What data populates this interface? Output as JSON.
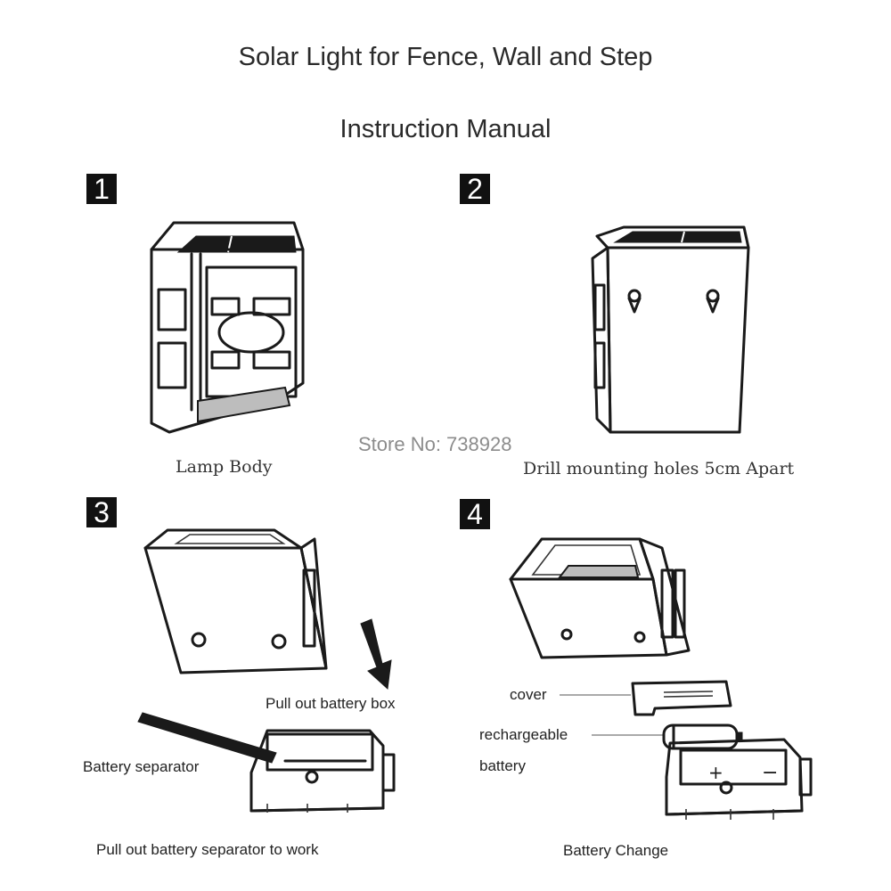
{
  "header": {
    "title": "Solar Light for Fence, Wall and Step",
    "subtitle": "Instruction Manual"
  },
  "steps": [
    {
      "number": "1",
      "caption": "Lamp Body"
    },
    {
      "number": "2",
      "caption": "Drill mounting holes 5cm Apart"
    },
    {
      "number": "3",
      "caption": "Pull out battery separator to work",
      "labels": {
        "pull_box": "Pull out battery box",
        "separator": "Battery separator"
      }
    },
    {
      "number": "4",
      "caption": "Battery Change",
      "labels": {
        "cover": "cover",
        "rechargeable": "rechargeable",
        "battery": "battery"
      }
    }
  ],
  "watermark": "Store No: 738928"
}
